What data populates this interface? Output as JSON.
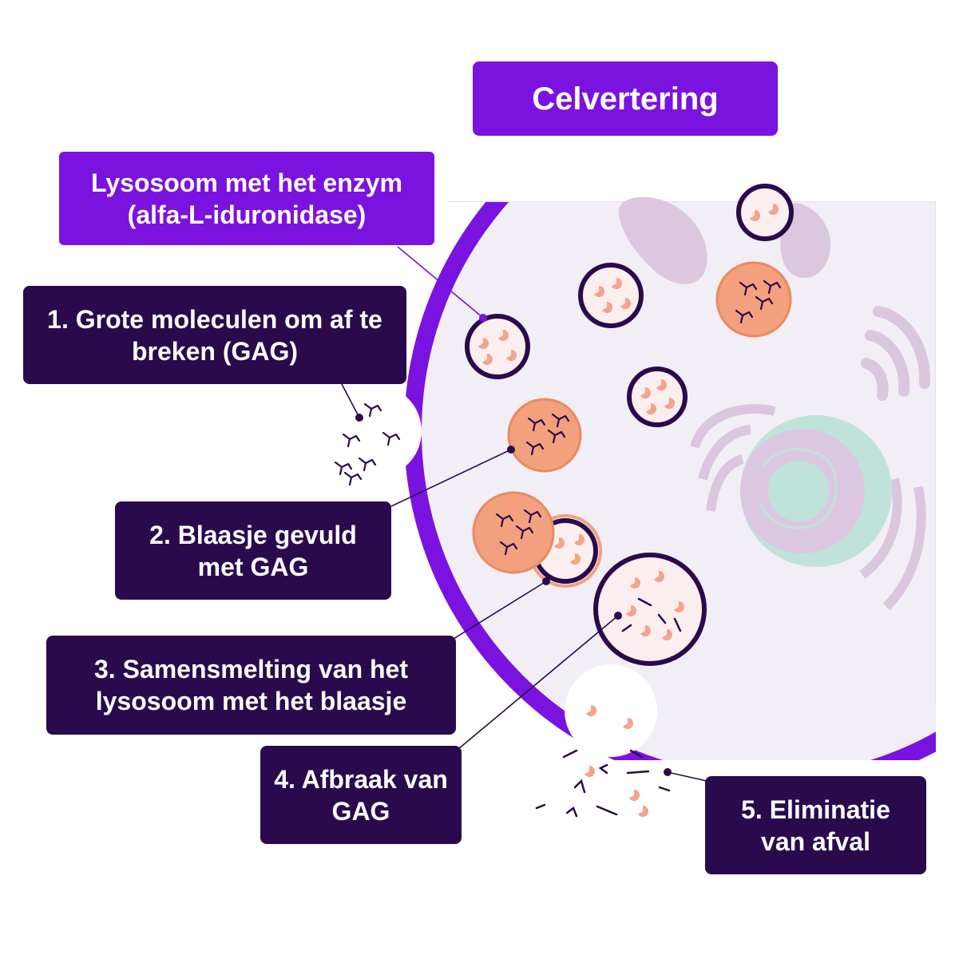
{
  "title": "Celvertering",
  "lysosome_label": "Lysosoom met het enzym (alfa-L-iduronidase)",
  "steps": [
    {
      "label": "1. Grote moleculen om af te breken (GAG)"
    },
    {
      "label": "2. Blaasje gevuld met GAG"
    },
    {
      "label": "3. Samensmelting van het lysosoom met het blaasje"
    },
    {
      "label": "4. Afbraak van GAG"
    },
    {
      "label": "5. Eliminatie van afval"
    }
  ],
  "colors": {
    "accent_purple": "#7a12e0",
    "dark_label": "#2a0a4d",
    "cell_interior": "#f2eef6",
    "vesicle_orange": "#f2a07d",
    "enzyme_pink": "#f3a48a",
    "organelle_lilac": "#d8c3dd",
    "nucleus_teal": "#bfe3d8"
  }
}
